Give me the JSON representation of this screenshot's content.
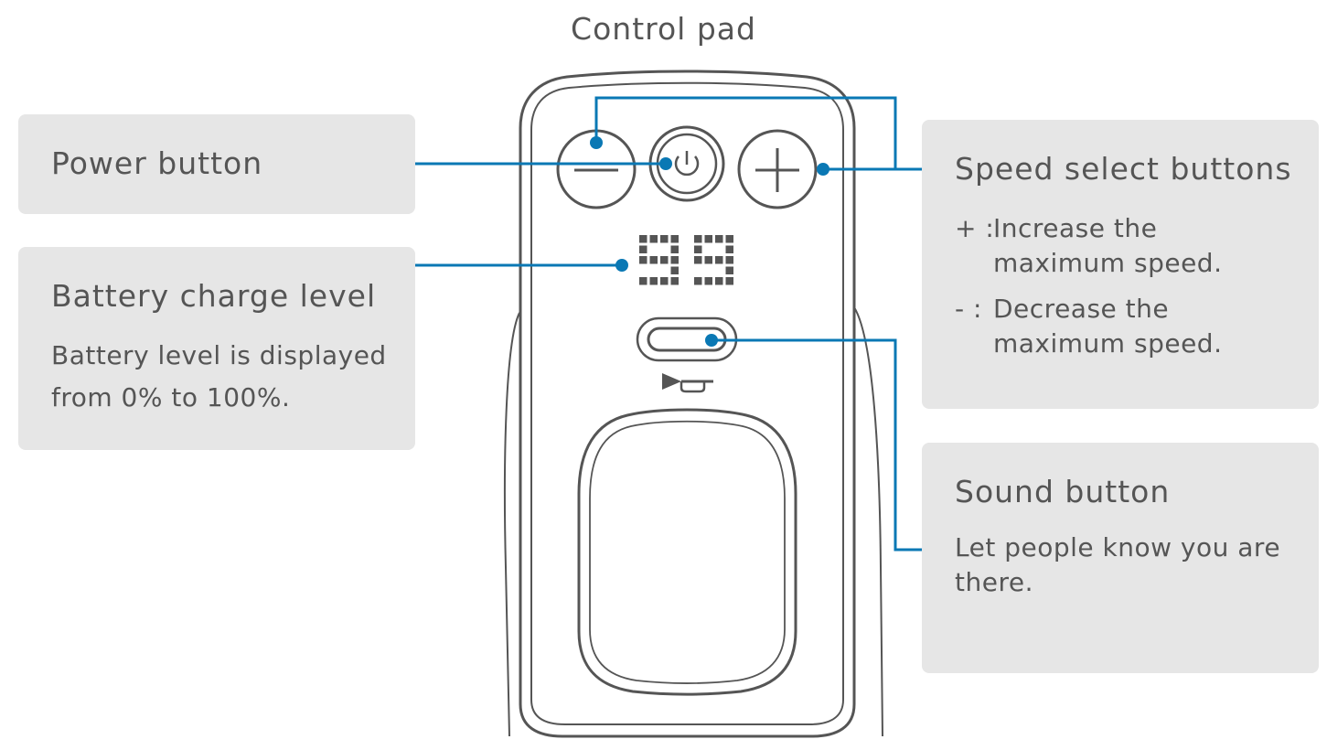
{
  "title": "Control pad",
  "callouts": {
    "power": {
      "heading": "Power button"
    },
    "battery": {
      "heading": "Battery charge level",
      "description": "Battery level is displayed from 0% to 100%."
    },
    "speed": {
      "heading": "Speed select buttons",
      "items": [
        {
          "symbol": "+ :",
          "line1": "Increase the",
          "line2": "maximum speed."
        },
        {
          "symbol": "- :",
          "line1": "Decrease the",
          "line2": "maximum speed."
        }
      ]
    },
    "sound": {
      "heading": "Sound button",
      "description": "Let people know you are there."
    }
  },
  "display": {
    "value": "99"
  },
  "colors": {
    "leader_line": "#0a78b4",
    "callout_background": "#e6e6e6",
    "device_outline": "#555555",
    "text": "#555555"
  },
  "icons": {
    "power": "power-icon",
    "plus": "plus-icon",
    "minus": "minus-icon",
    "horn": "horn-icon"
  }
}
